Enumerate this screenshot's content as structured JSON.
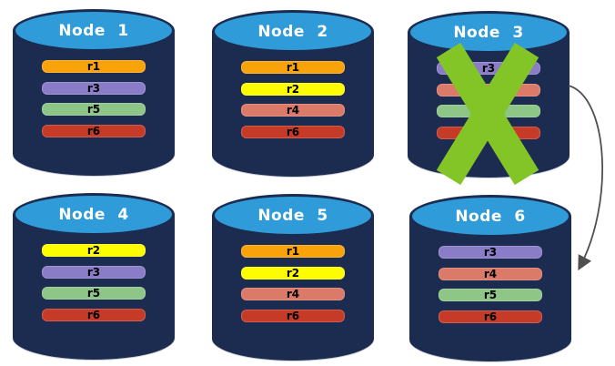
{
  "colors": {
    "cylinder_body": "#1C2B50",
    "cylinder_top": "#2F9CD9",
    "title_text": "#FFFFFF",
    "bar_text": "#000000",
    "failure_x": "#83C527",
    "arrow": "#4F4F4F"
  },
  "replica_colors": {
    "r1": "#F9A30B",
    "r2": "#FDFD00",
    "r3": "#8B7CC8",
    "r4": "#DB7A68",
    "r5": "#8DC687",
    "r6": "#C53B28"
  },
  "nodes": [
    {
      "title": "Node 1",
      "failed": false,
      "replicas": [
        {
          "label": "r1",
          "color": "#F9A30B"
        },
        {
          "label": "r3",
          "color": "#8B7CC8"
        },
        {
          "label": "r5",
          "color": "#8DC687"
        },
        {
          "label": "r6",
          "color": "#C53B28"
        }
      ]
    },
    {
      "title": "Node 2",
      "failed": false,
      "replicas": [
        {
          "label": "r1",
          "color": "#F9A30B"
        },
        {
          "label": "r2",
          "color": "#FDFD00"
        },
        {
          "label": "r4",
          "color": "#DB7A68"
        },
        {
          "label": "r6",
          "color": "#C53B28"
        }
      ]
    },
    {
      "title": "Node 3",
      "failed": true,
      "replicas": [
        {
          "label": "r3",
          "color": "#8B7CC8"
        },
        {
          "label": "r4",
          "color": "#DB7A68"
        },
        {
          "label": "r5",
          "color": "#8DC687"
        },
        {
          "label": "r6",
          "color": "#C53B28"
        }
      ]
    },
    {
      "title": "Node 4",
      "failed": false,
      "replicas": [
        {
          "label": "r2",
          "color": "#FDFD00"
        },
        {
          "label": "r3",
          "color": "#8B7CC8"
        },
        {
          "label": "r5",
          "color": "#8DC687"
        },
        {
          "label": "r6",
          "color": "#C53B28"
        }
      ]
    },
    {
      "title": "Node 5",
      "failed": false,
      "replicas": [
        {
          "label": "r1",
          "color": "#F9A30B"
        },
        {
          "label": "r2",
          "color": "#FDFD00"
        },
        {
          "label": "r4",
          "color": "#DB7A68"
        },
        {
          "label": "r6",
          "color": "#C53B28"
        }
      ]
    },
    {
      "title": "Node 6",
      "failed": false,
      "replicas": [
        {
          "label": "r3",
          "color": "#8B7CC8"
        },
        {
          "label": "r4",
          "color": "#DB7A68"
        },
        {
          "label": "r5",
          "color": "#8DC687"
        },
        {
          "label": "r6",
          "color": "#C53B28"
        }
      ]
    }
  ],
  "arrow": {
    "from": "Node 3",
    "to": "Node 6"
  }
}
